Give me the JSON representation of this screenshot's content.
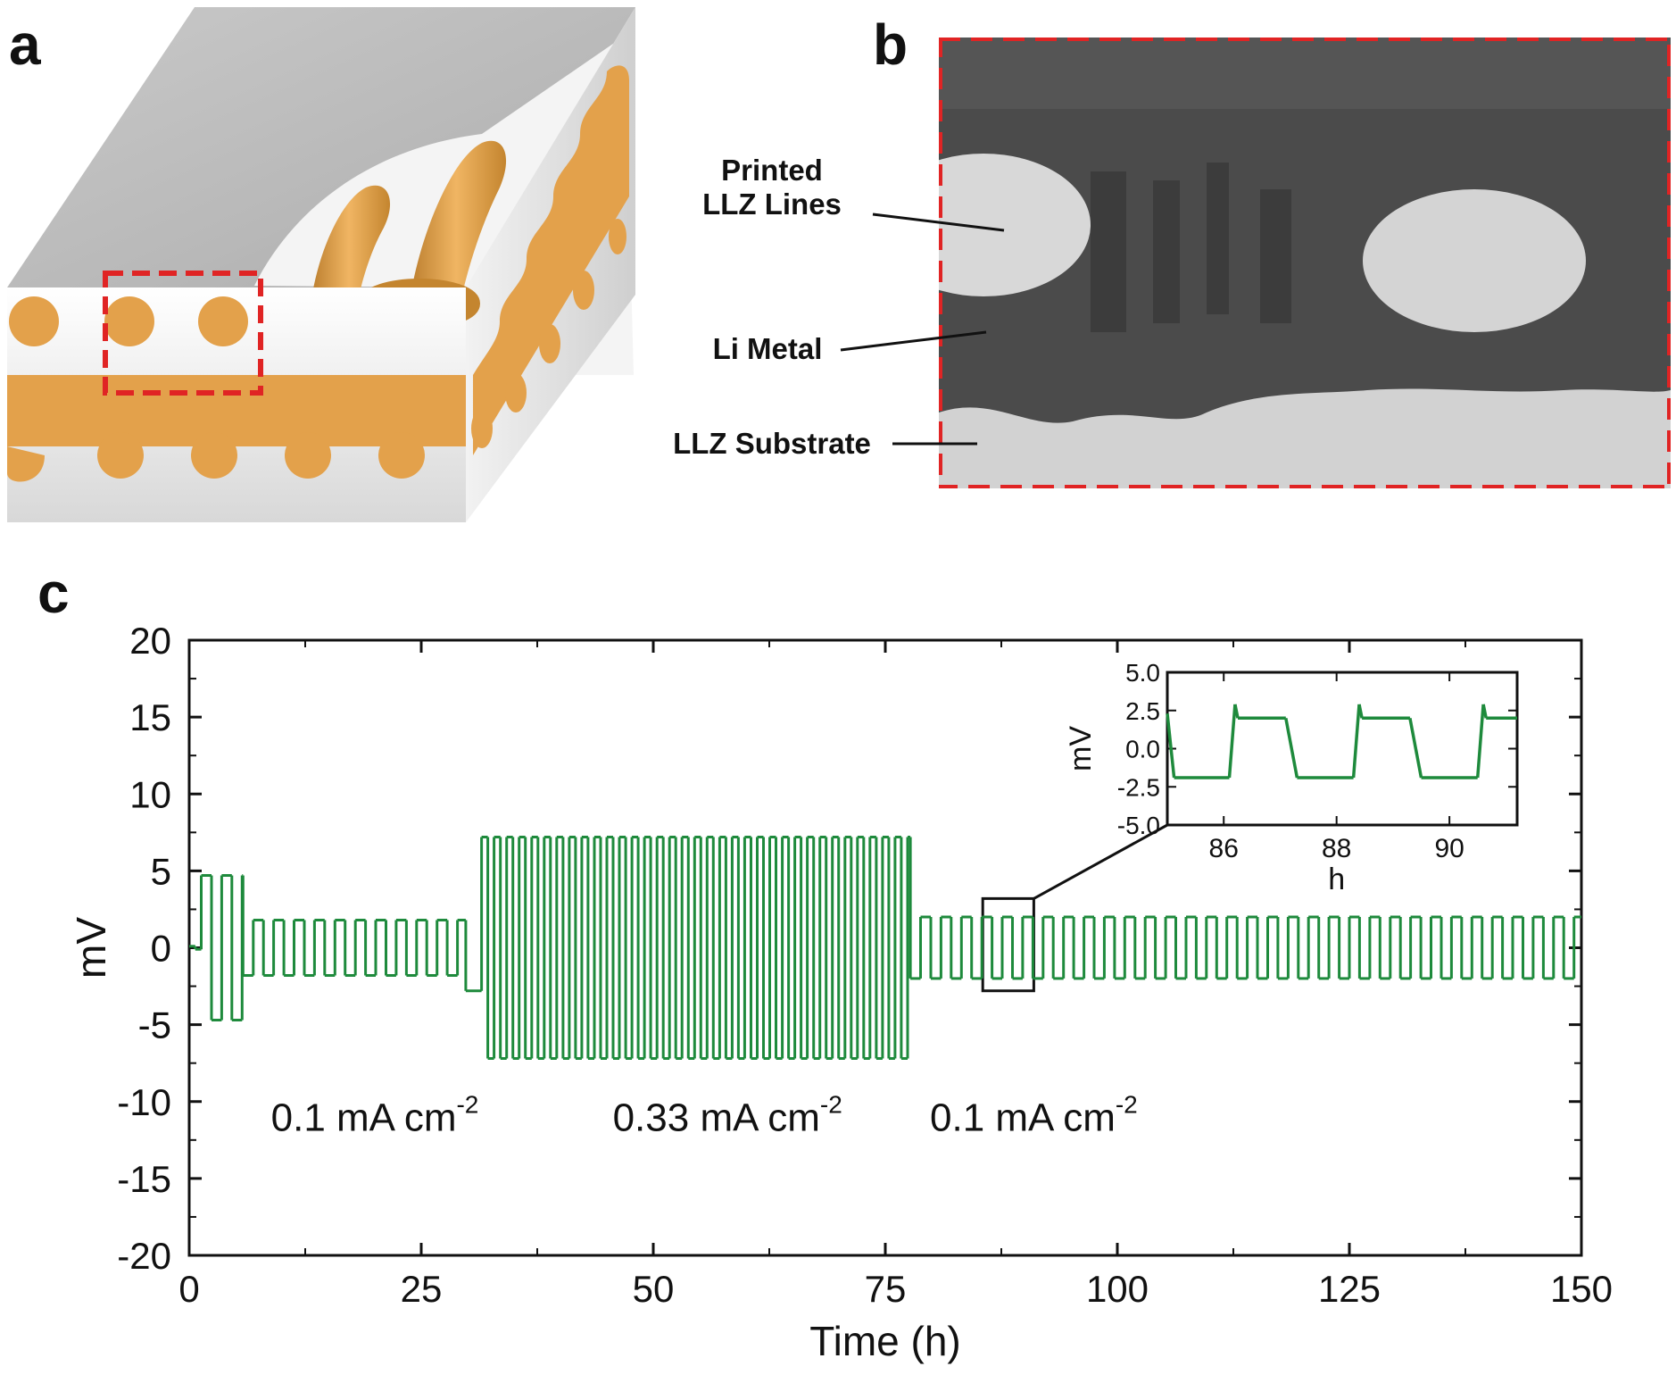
{
  "figure": {
    "panel_a": {
      "letter": "a"
    },
    "panel_b": {
      "letter": "b",
      "labels": {
        "printed_line1": "Printed",
        "printed_line2": "LLZ Lines",
        "li_metal": "Li Metal",
        "llz_substrate": "LLZ Substrate"
      }
    },
    "panel_c": {
      "letter": "c"
    }
  },
  "colors": {
    "trace": "#1e8a3c",
    "gold": "#e3a14b",
    "gold_dark": "#b77a2a",
    "dashed_red": "#e02424",
    "sem_bg": "#4b4b4b"
  },
  "chart_data": [
    {
      "type": "line",
      "xlabel": "Time (h)",
      "ylabel": "mV",
      "xlim": [
        0,
        150
      ],
      "ylim": [
        -20,
        20
      ],
      "x_ticks": [
        0,
        25,
        50,
        75,
        100,
        125,
        150
      ],
      "y_ticks": [
        20,
        15,
        10,
        5,
        0,
        -5,
        -10,
        -15,
        -20
      ],
      "grid": false,
      "segments": [
        {
          "x_start": 0,
          "x_end": 1.3,
          "amplitude": 0.1,
          "period": 1.3
        },
        {
          "x_start": 1.3,
          "x_end": 5.8,
          "amplitude": 4.7,
          "period": 2.2
        },
        {
          "x_start": 5.8,
          "x_end": 29.8,
          "amplitude": 1.8,
          "period": 2.2
        },
        {
          "x_start": 29.8,
          "x_end": 31.5,
          "amplitude": 2.8,
          "period": 3.4
        },
        {
          "x_start": 31.5,
          "x_end": 77.7,
          "amplitude": 7.2,
          "period": 1.35
        },
        {
          "x_start": 77.7,
          "x_end": 150,
          "amplitude": 2.0,
          "period": 2.2
        }
      ],
      "annotations": [
        {
          "text": "0.1 mA cm",
          "sup": "-2"
        },
        {
          "text": "0.33 mA cm",
          "sup": "-2"
        },
        {
          "text": "0.1 mA cm",
          "sup": "-2"
        }
      ],
      "zoom_box": {
        "x": [
          85.5,
          91
        ],
        "y": [
          -2.8,
          3.2
        ]
      }
    },
    {
      "type": "line",
      "xlabel": "h",
      "ylabel": "mV",
      "xlim": [
        85,
        91.2
      ],
      "ylim": [
        -5,
        5
      ],
      "x_ticks": [
        86,
        88,
        90
      ],
      "y_ticks": [
        "5.0",
        "2.5",
        "0.0",
        "-2.5",
        "-5.0"
      ],
      "points": [
        [
          85.0,
          2.3
        ],
        [
          85.12,
          -1.9
        ],
        [
          86.1,
          -1.9
        ],
        [
          86.2,
          2.9
        ],
        [
          86.25,
          2.0
        ],
        [
          87.1,
          2.0
        ],
        [
          87.3,
          -1.9
        ],
        [
          88.3,
          -1.9
        ],
        [
          88.4,
          2.9
        ],
        [
          88.45,
          2.0
        ],
        [
          89.3,
          2.0
        ],
        [
          89.5,
          -1.9
        ],
        [
          90.5,
          -1.9
        ],
        [
          90.6,
          2.9
        ],
        [
          90.65,
          2.0
        ],
        [
          91.2,
          2.0
        ]
      ]
    }
  ]
}
